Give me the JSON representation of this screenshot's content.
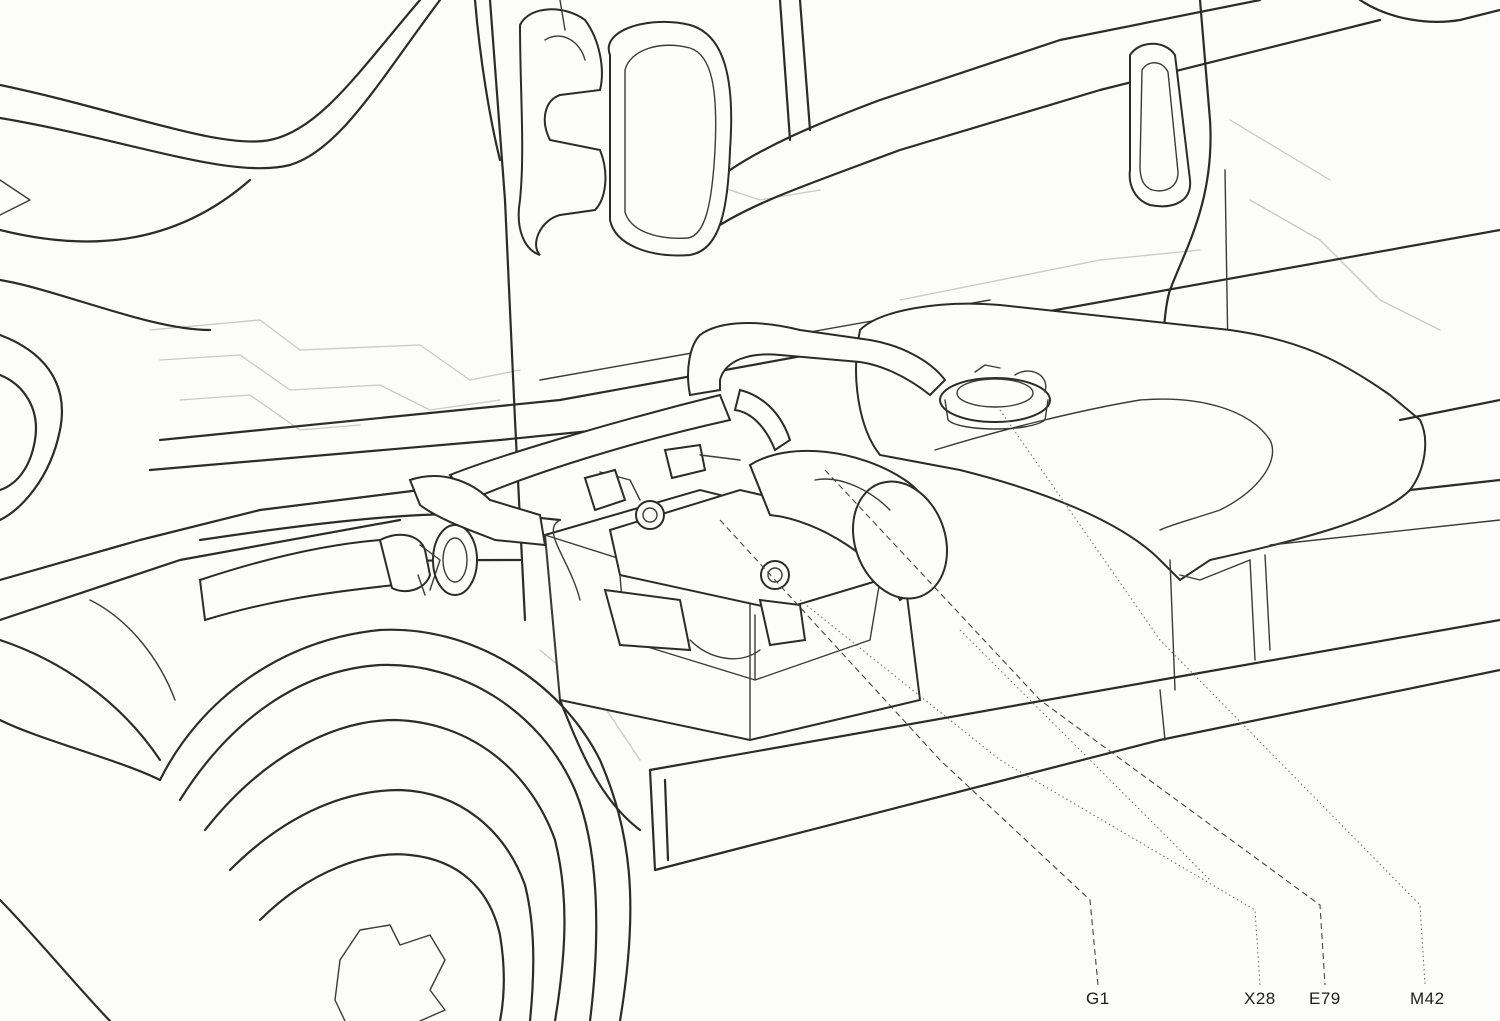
{
  "diagram": {
    "callouts": [
      {
        "id": "g1",
        "label": "G1"
      },
      {
        "id": "x28",
        "label": "X28"
      },
      {
        "id": "e79",
        "label": "E79"
      },
      {
        "id": "m42",
        "label": "M42"
      }
    ]
  },
  "colors": {
    "line": "#2b2b2b",
    "ghost": "#c9c9c9",
    "background": "#fcfcfa"
  }
}
